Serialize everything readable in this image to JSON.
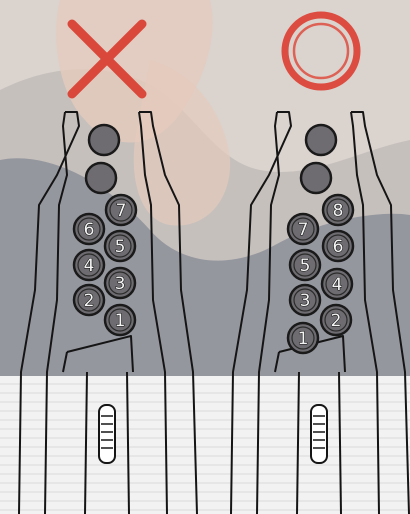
{
  "marks": {
    "wrong": {
      "symbol": "×",
      "icon": "cross-icon",
      "color": "#d9483b"
    },
    "right": {
      "symbol": "○",
      "icon": "circle-icon",
      "color": "#dd4c40"
    }
  },
  "colors": {
    "photo_bg": "#cdc3bc",
    "photo_shadow": "#9b928e",
    "skin": "#dcb7a4",
    "jacket": "#5d6270",
    "lower_bg": "#f2f2f2",
    "outline": "#151515",
    "ball_fill": "#6e6c70",
    "ball_edge": "#1a1a1a",
    "label_color": "#f4f4f4",
    "button_fill": "#ffffff"
  },
  "left_tool": {
    "verdict": "wrong",
    "loose_balls": 2,
    "numbered_balls": [
      "1",
      "2",
      "3",
      "4",
      "5",
      "6",
      "7"
    ]
  },
  "right_tool": {
    "verdict": "right",
    "loose_balls": 2,
    "numbered_balls": [
      "1",
      "2",
      "3",
      "4",
      "5",
      "6",
      "7",
      "8"
    ]
  }
}
